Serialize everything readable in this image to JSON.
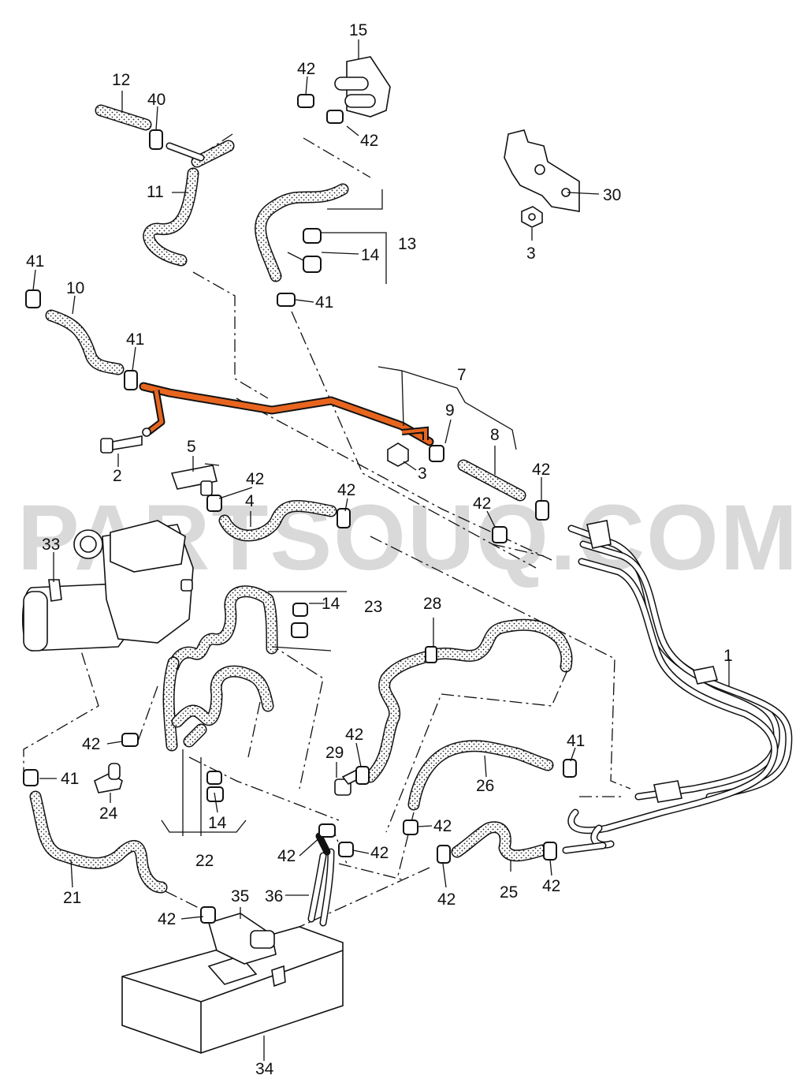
{
  "watermark": "PARTSOUQ.COM",
  "colors": {
    "highlight": "#e8651f",
    "line": "#111111",
    "watermark": "#b9b9b9"
  },
  "callouts": {
    "c1": "1",
    "c2": "2",
    "c3a": "3",
    "c3b": "3",
    "c4": "4",
    "c5": "5",
    "c7": "7",
    "c8": "8",
    "c9": "9",
    "c10": "10",
    "c11": "11",
    "c12": "12",
    "c13": "13",
    "c14a": "14",
    "c14b": "14",
    "c14c": "14",
    "c15": "15",
    "c21": "21",
    "c22": "22",
    "c23": "23",
    "c24": "24",
    "c25": "25",
    "c26": "26",
    "c28": "28",
    "c29": "29",
    "c30": "30",
    "c33": "33",
    "c34": "34",
    "c35": "35",
    "c36": "36",
    "c40": "40",
    "c41a": "41",
    "c41b": "41",
    "c41c": "41",
    "c41d": "41",
    "c41e": "41",
    "c42a": "42",
    "c42b": "42",
    "c42c": "42",
    "c42d": "42",
    "c42e": "42",
    "c42f": "42",
    "c42g": "42",
    "c42h": "42",
    "c42i": "42",
    "c42j": "42",
    "c42k": "42",
    "c42l": "42",
    "c42m": "42",
    "c42n": "42"
  }
}
